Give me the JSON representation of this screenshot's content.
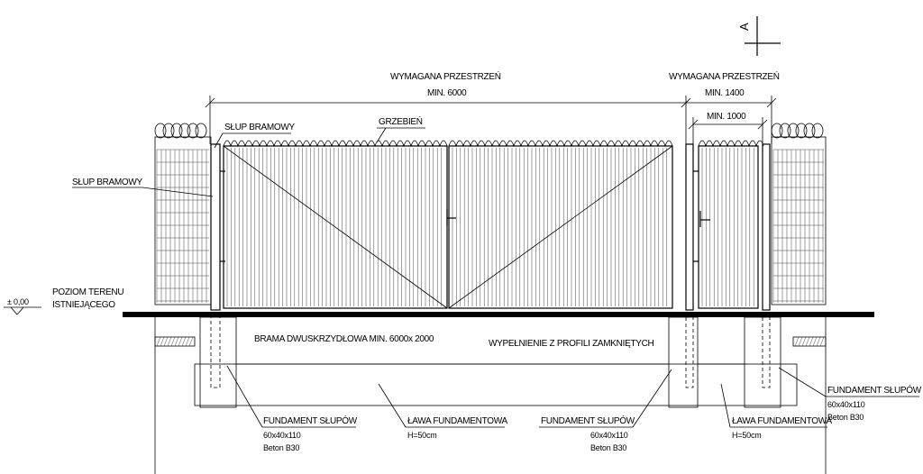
{
  "north_marker": "A",
  "dims": {
    "gate_space_title": "WYMAGANA PRZESTRZEŃ",
    "gate_space_min": "MIN. 6000",
    "wicket_space_title": "WYMAGANA PRZESTRZEŃ",
    "wicket_space_min": "MIN. 1400",
    "wicket_width_min": "MIN. 1000"
  },
  "labels": {
    "post_top": "SŁUP BRAMOWY",
    "post_left": "SŁUP BRAMOWY",
    "comb": "GRZEBIEŃ",
    "level_value": "± 0,00",
    "ground_level_line1": "POZIOM TERENU",
    "ground_level_line2": "ISTNIEJĄCEGO",
    "gate_spec": "BRAMA DWUSKRZYDŁOWA MIN. 6000x 2000",
    "infill": "WYPEŁNIENIE Z PROFILI ZAMKNIĘTYCH"
  },
  "foundations": {
    "left_post": {
      "title": "FUNDAMENT SŁUPÓW",
      "dim": "60x40x110",
      "concrete": "Beton B30"
    },
    "middle_post": {
      "title": "FUNDAMENT SŁUPÓW",
      "dim": "60x40x110",
      "concrete": "Beton B30"
    },
    "right_post": {
      "title": "FUNDAMENT SŁUPÓW",
      "dim": "60x40x110",
      "concrete": "Beton B30"
    },
    "strip_left": {
      "title": "ŁAWA FUNDAMENTOWA",
      "height": "H=50cm"
    },
    "strip_right": {
      "title": "ŁAWA FUNDAMENTOWA",
      "height": "H=50cm"
    }
  }
}
